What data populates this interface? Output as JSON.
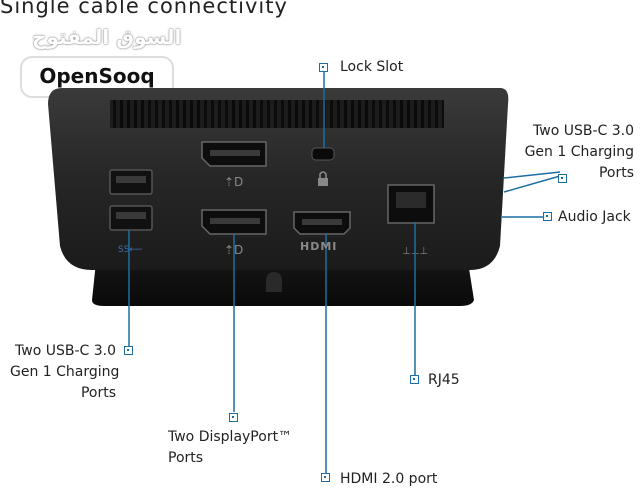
{
  "heading": "Single cable connectivity",
  "watermark": {
    "arabic": "السوق المفتوح",
    "brand": "OpenSooq"
  },
  "callouts": {
    "lock_slot": "Lock Slot",
    "usbc_right": [
      "Two USB-C 3.0",
      "Gen 1 Charging",
      "Ports"
    ],
    "audio_jack": "Audio Jack",
    "usbc_left": [
      "Two USB-C 3.0",
      "Gen 1 Charging",
      "Ports"
    ],
    "rj45": "RJ45",
    "displayport": [
      "Two DisplayPort™",
      "Ports"
    ],
    "hdmi": "HDMI 2.0 port"
  },
  "port_labels": {
    "hdmi": "HDMI",
    "ss": "SS"
  },
  "colors": {
    "accent": "#1c6ea4",
    "dock_body": "#2a2a2a"
  }
}
